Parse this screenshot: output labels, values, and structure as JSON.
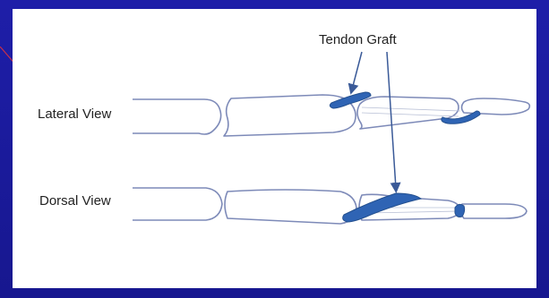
{
  "labels": {
    "lateral_view": "Lateral View",
    "dorsal_view": "Dorsal View",
    "tendon_graft": "Tendon Graft"
  },
  "colors": {
    "background": "#1a1a9c",
    "panel": "#ffffff",
    "bone_outline": "#7d8ab8",
    "graft": "#2f64b4",
    "arrow": "#3a5a98",
    "text": "#222222"
  }
}
